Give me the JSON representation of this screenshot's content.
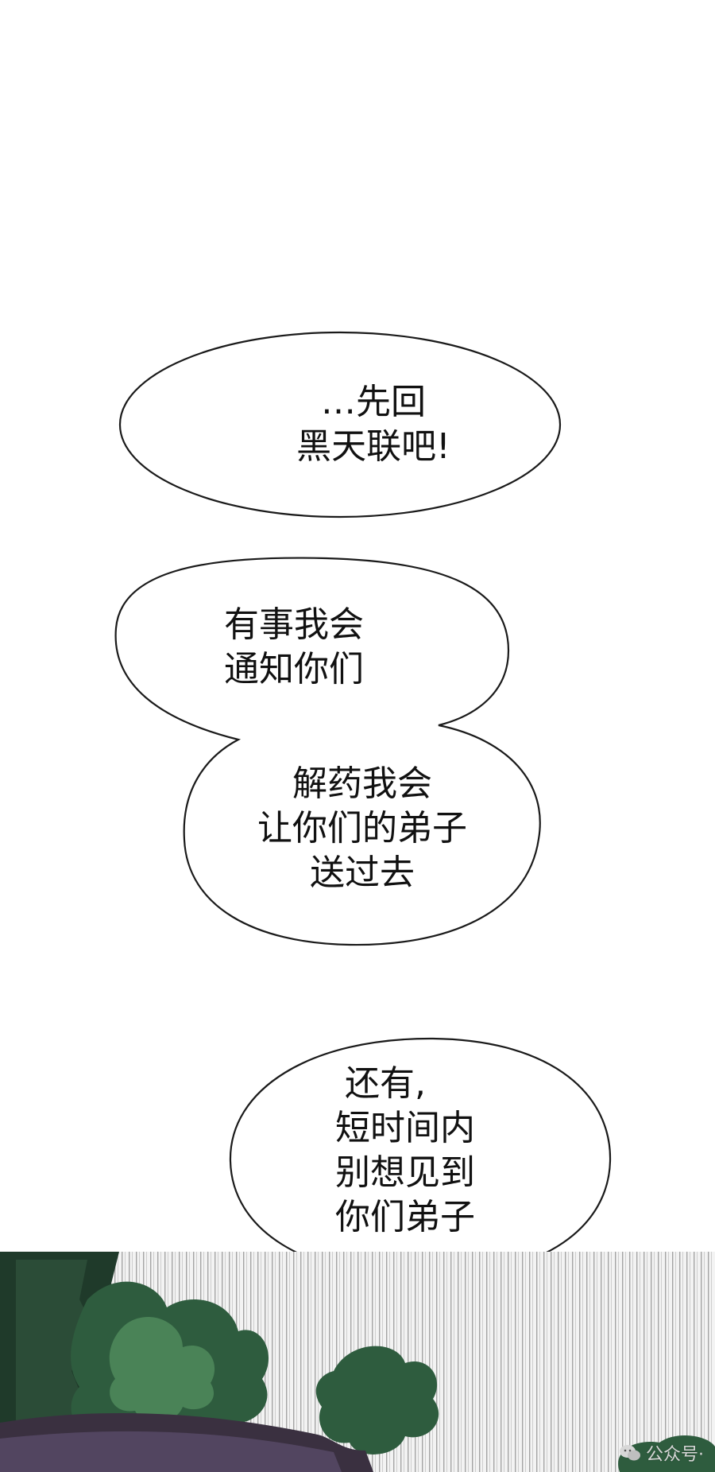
{
  "bubbles": [
    {
      "lines": [
        "…先回",
        "黑天联吧!"
      ]
    },
    {
      "lines": [
        "有事我会",
        "通知你们"
      ]
    },
    {
      "lines": [
        "解药我会",
        "让你们的弟子",
        "送过去"
      ]
    },
    {
      "lines": [
        "还有,",
        "短时间内",
        "别想见到",
        "你们弟子"
      ]
    }
  ],
  "watermark": {
    "label": "公众号·",
    "icon": "wechat-icon"
  },
  "colors": {
    "bubble_fill": "#ffffff",
    "bubble_stroke": "#1a1a1a",
    "text": "#111111",
    "foliage_dark": "#1f3a2a",
    "foliage_mid": "#2e5c3e",
    "foliage_light": "#4f8a5c",
    "roof": "#3a3040",
    "speedline": "#7a7a7a"
  }
}
